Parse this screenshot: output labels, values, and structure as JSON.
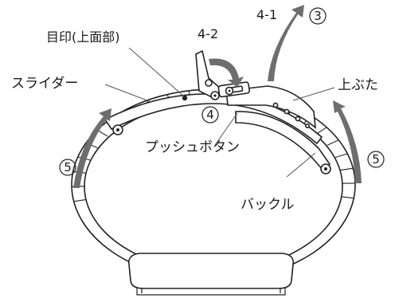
{
  "labels": {
    "mark_top": "目印(上面部)",
    "slider": "スライダー",
    "push_button": "プッシュボタン",
    "buckle": "バックル",
    "top_cover": "上ぶた",
    "step_4_1": "4-1",
    "step_4_2": "4-2"
  },
  "circled_numbers": {
    "three": "3",
    "four": "4",
    "five_left": "5",
    "five_right": "5"
  },
  "colors": {
    "line": "#222222",
    "arrow": "#6e6e6e",
    "background": "#ffffff"
  }
}
